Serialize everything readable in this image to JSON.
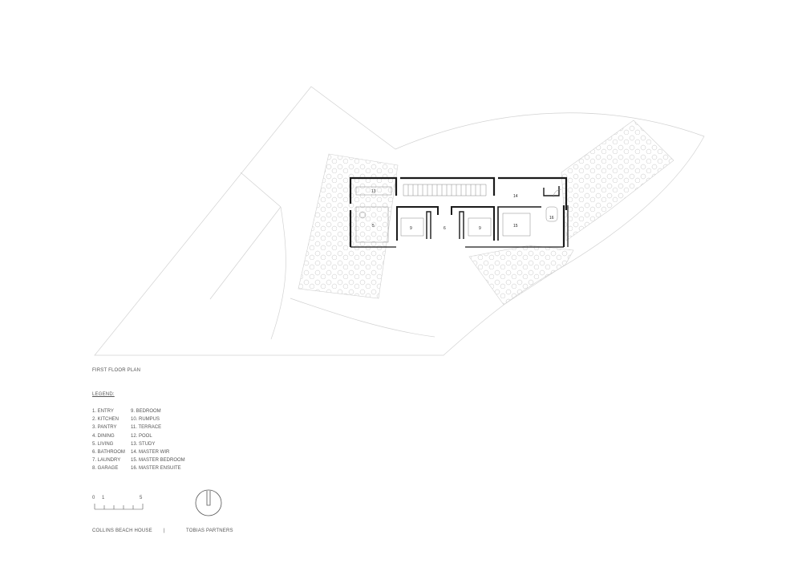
{
  "plan_title": "FIRST FLOOR PLAN",
  "legend": {
    "heading": "LEGEND:",
    "column1": [
      "1. ENTRY",
      "2. KITCHEN",
      "3. PANTRY",
      "4. DINING",
      "5. LIVING",
      "6. BATHROOM",
      "7. LAUNDRY",
      "8. GARAGE"
    ],
    "column2": [
      "9. BEDROOM",
      "10. RUMPUS",
      "11. TERRACE",
      "12. POOL",
      "13. STUDY",
      "14. MASTER WIR",
      "15. MASTER BEDROOM",
      "16. MASTER ENSUITE"
    ]
  },
  "scale_bar": {
    "start": "0",
    "one": "1",
    "end": "5"
  },
  "rooms": {
    "study": "13",
    "master_wir": "14",
    "living": "5",
    "bedroom_a": "9",
    "bathroom": "6",
    "bedroom_b": "9",
    "master_bedroom": "15",
    "master_ensuite": "16"
  },
  "footer": {
    "project": "COLLINS BEACH HOUSE",
    "separator": "|",
    "firm": "TOBIAS PARTNERS"
  },
  "colors": {
    "wall": "#1a1a1a",
    "site_line": "#cfcfcf",
    "tree": "#bdbdbd",
    "text": "#555555"
  }
}
